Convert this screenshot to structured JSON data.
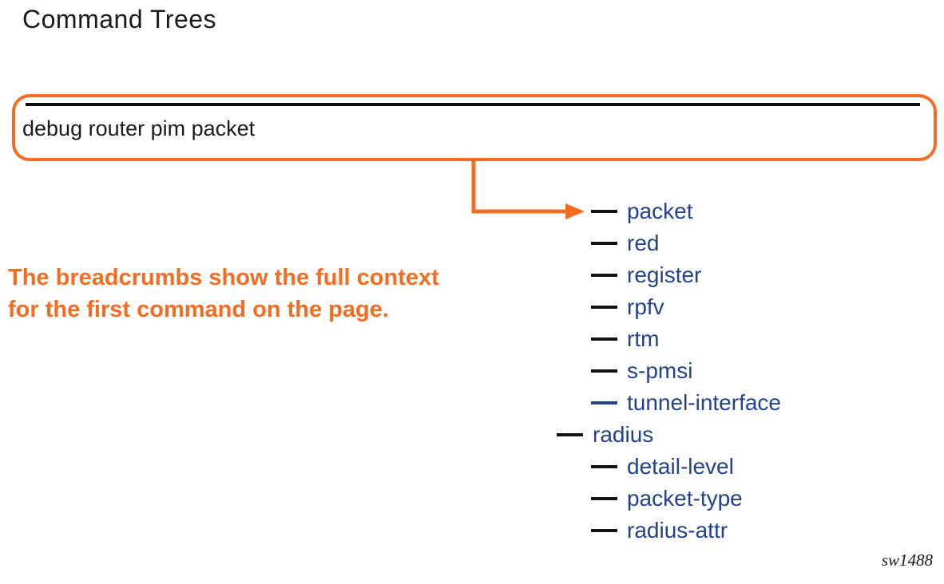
{
  "title": "Command Trees",
  "breadcrumb": {
    "command": "debug router pim packet"
  },
  "annotation": {
    "line1": "The breadcrumbs show the full context",
    "line2": "for the first command on the page."
  },
  "tree": {
    "items": [
      {
        "label": "packet",
        "level": 1,
        "dash_color": "black"
      },
      {
        "label": "red",
        "level": 1,
        "dash_color": "black"
      },
      {
        "label": "register",
        "level": 1,
        "dash_color": "black"
      },
      {
        "label": "rpfv",
        "level": 1,
        "dash_color": "black"
      },
      {
        "label": "rtm",
        "level": 1,
        "dash_color": "black"
      },
      {
        "label": "s-pmsi",
        "level": 1,
        "dash_color": "black"
      },
      {
        "label": "tunnel-interface",
        "level": 1,
        "dash_color": "navy"
      },
      {
        "label": "radius",
        "level": 0,
        "dash_color": "black"
      },
      {
        "label": "detail-level",
        "level": 1,
        "dash_color": "black"
      },
      {
        "label": "packet-type",
        "level": 1,
        "dash_color": "black"
      },
      {
        "label": "radius-attr",
        "level": 1,
        "dash_color": "black"
      }
    ]
  },
  "footer": {
    "figure_id": "sw1488"
  },
  "colors": {
    "accent_orange": "#F26D21",
    "tree_navy": "#24418C",
    "text_black": "#1A1A1A"
  }
}
